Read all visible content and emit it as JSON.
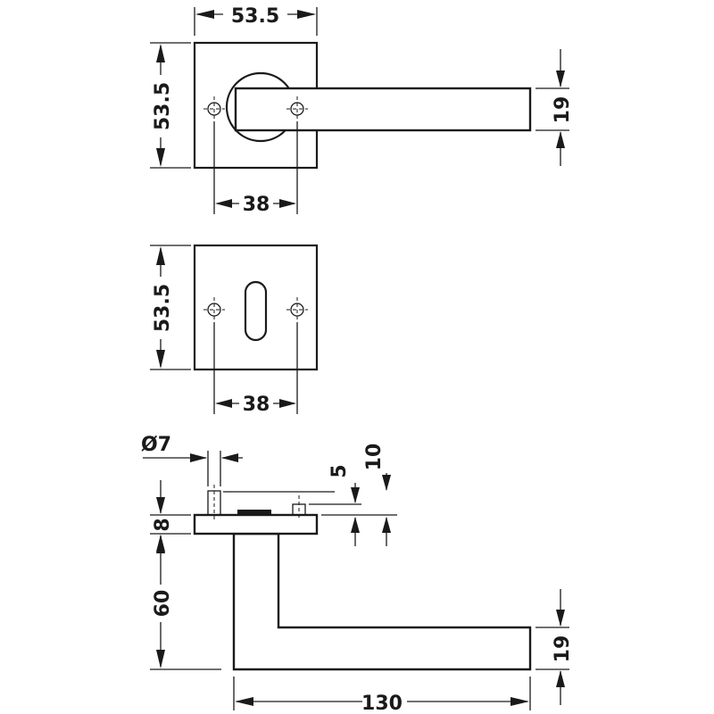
{
  "top_view": {
    "width_label": "53.5",
    "height_label": "53.5",
    "hole_spacing_label": "38",
    "lever_height_label": "19"
  },
  "escutcheon_view": {
    "height_label": "53.5",
    "hole_spacing_label": "38"
  },
  "side_view": {
    "pin_diameter_label": "Ø7",
    "label_5": "5",
    "label_10": "10",
    "rose_thickness_label": "8",
    "projection_label": "60",
    "lever_length_label": "130",
    "lever_height_label": "19"
  }
}
